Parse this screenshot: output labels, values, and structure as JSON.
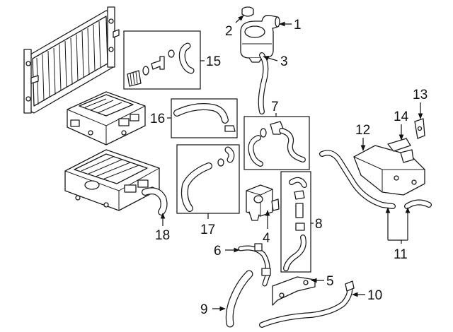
{
  "callouts": [
    {
      "id": "c1",
      "label": "1"
    },
    {
      "id": "c2",
      "label": "2"
    },
    {
      "id": "c3",
      "label": "3"
    },
    {
      "id": "c4",
      "label": "4"
    },
    {
      "id": "c5",
      "label": "5"
    },
    {
      "id": "c6",
      "label": "6"
    },
    {
      "id": "c7",
      "label": "7"
    },
    {
      "id": "c8",
      "label": "8"
    },
    {
      "id": "c9",
      "label": "9"
    },
    {
      "id": "c10",
      "label": "10"
    },
    {
      "id": "c11",
      "label": "11"
    },
    {
      "id": "c12",
      "label": "12"
    },
    {
      "id": "c13",
      "label": "13"
    },
    {
      "id": "c14",
      "label": "14"
    },
    {
      "id": "c15",
      "label": "15"
    },
    {
      "id": "c16",
      "label": "16"
    },
    {
      "id": "c17",
      "label": "17"
    },
    {
      "id": "c18",
      "label": "18"
    }
  ],
  "colors": {
    "line": "#1a1a1a",
    "background": "#ffffff"
  }
}
